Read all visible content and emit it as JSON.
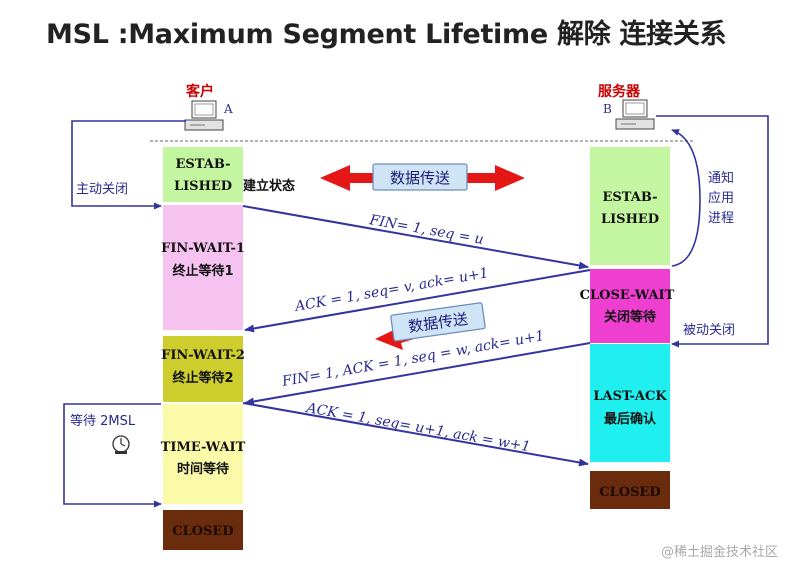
{
  "title": "MSL :Maximum Segment Lifetime 解除 连接关系",
  "client": {
    "label": "客户",
    "host": "A"
  },
  "server": {
    "label": "服务器",
    "host": "B"
  },
  "client_states": {
    "established": [
      "ESTAB-",
      "LISHED"
    ],
    "established_suffix": "建立状态",
    "fin_wait_1": [
      "FIN-WAIT-1",
      "终止等待1"
    ],
    "fin_wait_2": [
      "FIN-WAIT-2",
      "终止等待2"
    ],
    "time_wait": [
      "TIME-WAIT",
      "时间等待"
    ],
    "closed": "CLOSED"
  },
  "server_states": {
    "established": [
      "ESTAB-",
      "LISHED"
    ],
    "close_wait": [
      "CLOSE-WAIT",
      "关闭等待"
    ],
    "last_ack": [
      "LAST-ACK",
      "最后确认"
    ],
    "closed": "CLOSED"
  },
  "side_notes": {
    "active_close": "主动关闭",
    "notify_app": [
      "通知",
      "应用",
      "进程"
    ],
    "passive_close": "被动关闭",
    "wait_2msl": "等待 2MSL"
  },
  "data_transfer": "数据传送",
  "messages": {
    "fin1": "FIN= 1, seq = u",
    "ack1": "ACK = 1, seq= v, ack= u+1",
    "fin2": "FIN= 1, ACK = 1, seq = w, ack= u+1",
    "ack2": "ACK = 1, seq= u+1, ack = w+1"
  },
  "watermark": "@稀土掘金技术社区",
  "colors": {
    "established": "#c4f5a0",
    "fin_wait_1": "#f6c2f0",
    "fin_wait_2": "#cdcd2e",
    "time_wait": "#fbfaa8",
    "closed": "#6a2c0c",
    "close_wait": "#ef3fd1",
    "last_ack": "#1ff0ef",
    "line": "#3434a0",
    "red_arrow": "#e41616"
  }
}
